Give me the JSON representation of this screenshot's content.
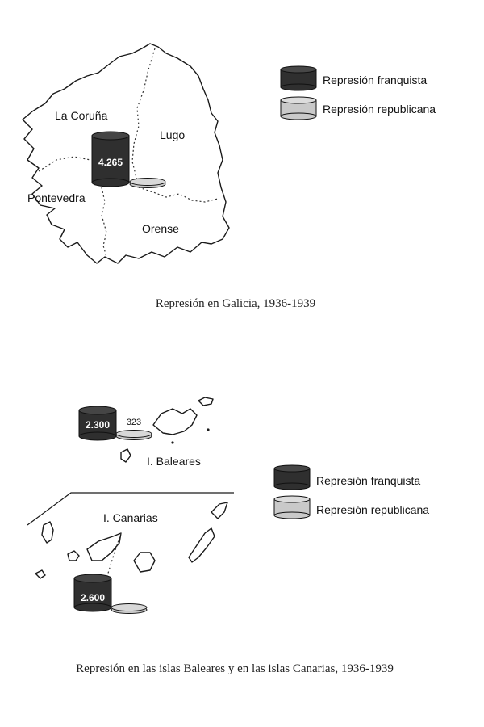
{
  "galicia": {
    "caption": "Represión en Galicia, 1936-1939",
    "provinces": {
      "coruna": "La Coruña",
      "lugo": "Lugo",
      "pontevedra": "Pontevedra",
      "orense": "Orense"
    },
    "legend": {
      "franquista": "Represión franquista",
      "republicana": "Represión republicana"
    },
    "franquista_value": "4.265"
  },
  "islands": {
    "caption": "Represión en las islas Baleares y en las islas Canarias, 1936-1939",
    "baleares_label": "I. Baleares",
    "canarias_label": "I. Canarias",
    "baleares_franquista": "2.300",
    "baleares_republicana": "323",
    "canarias_franquista": "2.600",
    "legend": {
      "franquista": "Represión franquista",
      "republicana": "Represión republicana"
    }
  },
  "colors": {
    "franquista": "#2f2f2f",
    "republicana": "#c9c9c9"
  }
}
